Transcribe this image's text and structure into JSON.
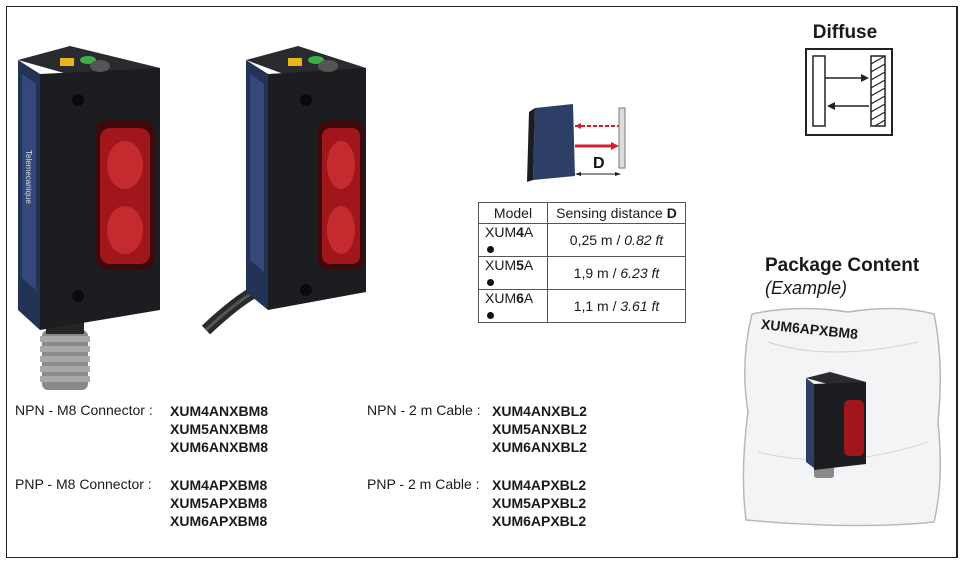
{
  "diagram": {
    "title": "Diffuse",
    "distance_label": "D"
  },
  "brand": "Telemecanique",
  "table": {
    "headers": {
      "model": "Model",
      "distance": "Sensing distance",
      "distance_symbol": "D"
    },
    "rows": [
      {
        "prefix": "XUM",
        "bold": "4",
        "suffix": "A",
        "metric": "0,25 m / ",
        "imperial": "0.82 ft"
      },
      {
        "prefix": "XUM",
        "bold": "5",
        "suffix": "A",
        "metric": "1,9 m / ",
        "imperial": "6.23 ft"
      },
      {
        "prefix": "XUM",
        "bold": "6",
        "suffix": "A",
        "metric": "1,1 m / ",
        "imperial": "3.61 ft"
      }
    ]
  },
  "package": {
    "title": "Package Content",
    "subtitle": "(Example)",
    "code": "XUM6APXBM8"
  },
  "references": {
    "npn_m8": {
      "label": "NPN - M8 Connector :",
      "codes": [
        "XUM4ANXBM8",
        "XUM5ANXBM8",
        "XUM6ANXBM8"
      ]
    },
    "pnp_m8": {
      "label": "PNP - M8 Connector :",
      "codes": [
        "XUM4APXBM8",
        "XUM5APXBM8",
        "XUM6APXBM8"
      ]
    },
    "npn_cable": {
      "label": "NPN - 2 m Cable :",
      "codes": [
        "XUM4ANXBL2",
        "XUM5ANXBL2",
        "XUM6ANXBL2"
      ]
    },
    "pnp_cable": {
      "label": "PNP - 2 m Cable :",
      "codes": [
        "XUM4APXBL2",
        "XUM5APXBL2",
        "XUM6APXBL2"
      ]
    }
  },
  "colors": {
    "body": "#1c1d20",
    "blue_panel": "#2d3f66",
    "lens": "#b01d22",
    "led_green": "#3fae49",
    "led_yellow": "#e8b418",
    "beam": "#d3202a"
  }
}
